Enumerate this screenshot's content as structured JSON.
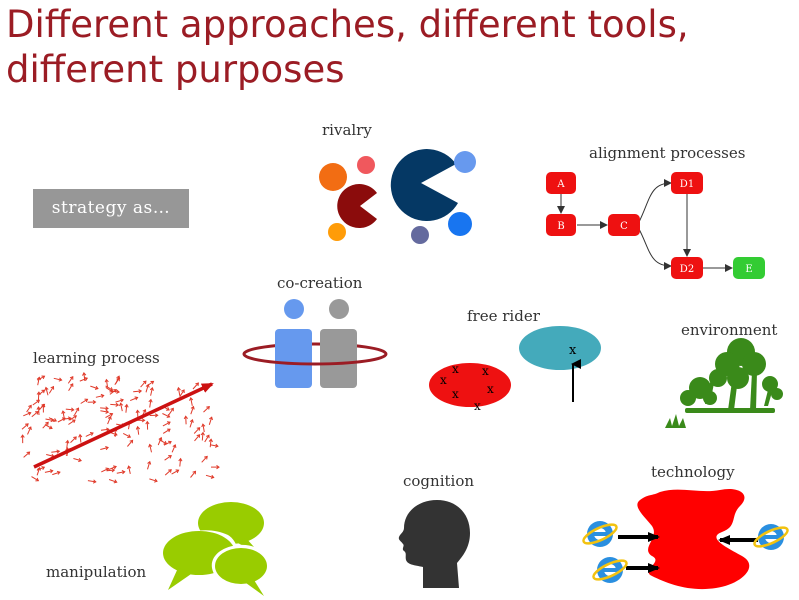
{
  "title": {
    "line1": "Different approaches, different tools,",
    "line2": "different purposes"
  },
  "badge": "strategy as…",
  "labels": {
    "rivalry": "rivalry",
    "alignment": "alignment processes",
    "cocreation": "co-creation",
    "freerider": "free rider",
    "environment": "environment",
    "learning": "learning process",
    "cognition": "cognition",
    "technology": "technology",
    "manipulation": "manipulation"
  },
  "alignment_nodes": {
    "a": "A",
    "b": "B",
    "c": "C",
    "d1": "D1",
    "d2": "D2",
    "e": "E"
  },
  "freerider_marks": {
    "mark": "x"
  },
  "colors": {
    "title": "#9b1c24",
    "badge": "#979797",
    "node_red": "#ee1111",
    "node_green": "#33cc33",
    "cocreation_blue": "#6699ee",
    "cocreation_gray": "#999999",
    "ring": "#9b1c24",
    "freerider_red": "#ee1111",
    "freerider_teal": "#44aabb",
    "environment_green": "#3a8a1a",
    "learning_red": "#dd2222",
    "cognition_head": "#333333",
    "technology_red": "#ff0000",
    "manipulation_green": "#99cc00"
  },
  "icons": {
    "browser": "internet-explorer-icon",
    "head": "head-silhouette-icon",
    "speech": "speech-bubbles-icon",
    "trees": "trees-icon"
  }
}
